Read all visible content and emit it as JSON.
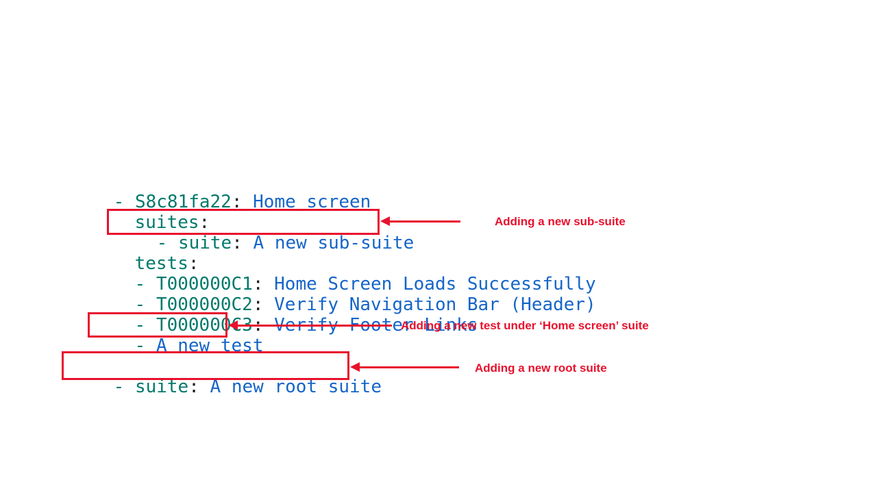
{
  "colors": {
    "key": "#00796B",
    "value": "#1565C8",
    "punctuation": "#1d1d1f",
    "highlight": "#E8112D",
    "background": "#ffffff"
  },
  "code": {
    "home_suite": {
      "dash": "- ",
      "key": "S8c81fa22",
      "colon": ": ",
      "value": "Home screen"
    },
    "suites_label": {
      "key": "suites",
      "colon": ":"
    },
    "sub_suite": {
      "dash": "- ",
      "key": "suite",
      "colon": ": ",
      "value": "A new sub-suite"
    },
    "tests_label": {
      "key": "tests",
      "colon": ":"
    },
    "test_1": {
      "dash": "- ",
      "key": "T000000C1",
      "colon": ": ",
      "value": "Home Screen Loads Successfully"
    },
    "test_2": {
      "dash": "- ",
      "key": "T000000C2",
      "colon": ": ",
      "value": "Verify Navigation Bar (Header)"
    },
    "test_3": {
      "dash": "- ",
      "key": "T000000C3",
      "colon": ": ",
      "value": "Verify Footer Links"
    },
    "new_test": {
      "dash": "- ",
      "value": "A new test"
    },
    "root_suite": {
      "dash": "- ",
      "key": "suite",
      "colon": ": ",
      "value": "A new root suite"
    }
  },
  "annotations": {
    "sub_suite": "Adding a new sub-suite",
    "new_test": "Adding a new test under ‘Home screen’ suite",
    "root_suite": "Adding a new root suite"
  }
}
